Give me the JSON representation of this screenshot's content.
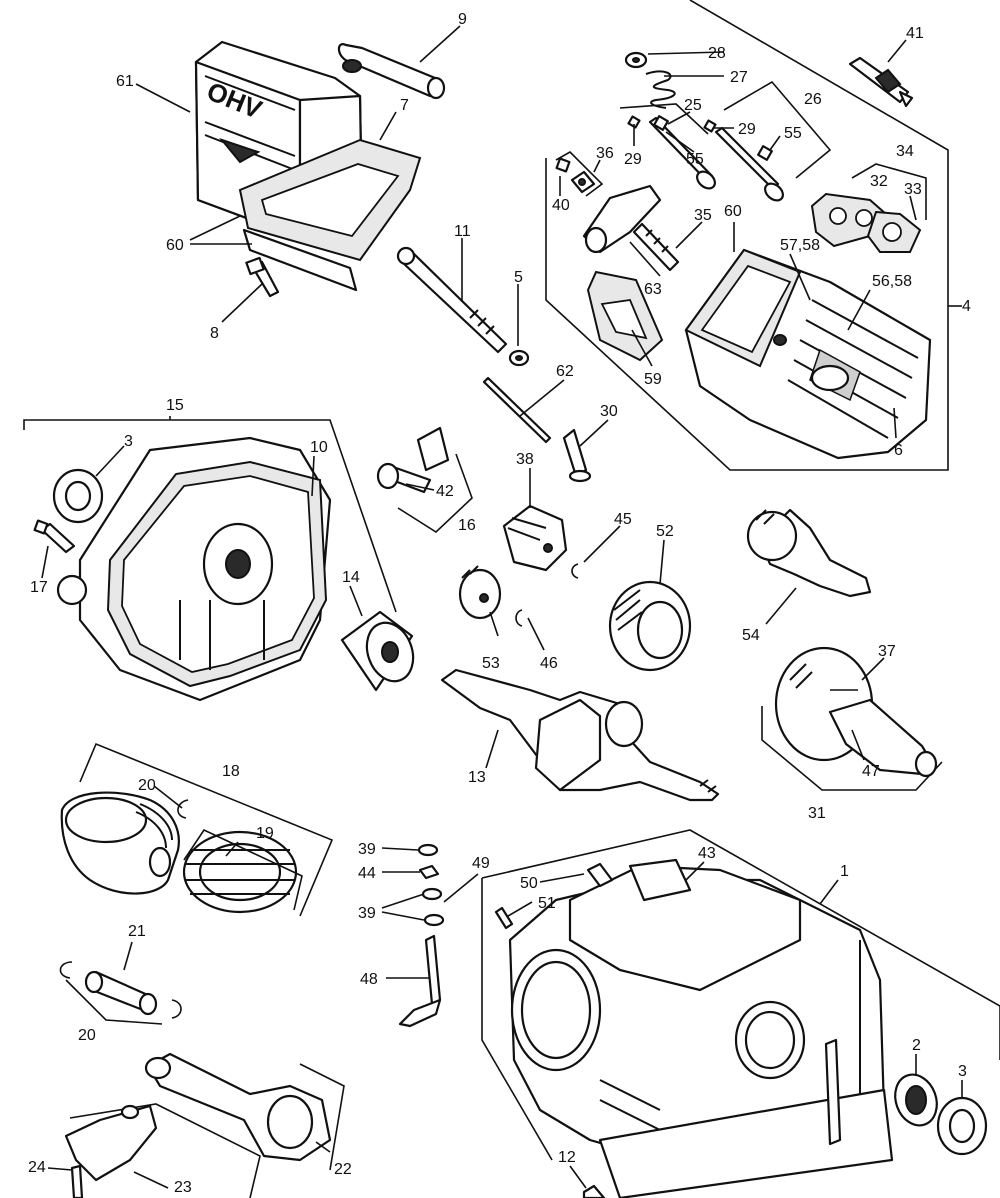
{
  "labels": {
    "l1": "1",
    "l2": "2",
    "l3a": "3",
    "l3b": "3",
    "l4": "4",
    "l5": "5",
    "l6": "6",
    "l7": "7",
    "l8": "8",
    "l9": "9",
    "l10": "10",
    "l11": "11",
    "l12": "12",
    "l13": "13",
    "l14": "14",
    "l15": "15",
    "l16": "16",
    "l17": "17",
    "l18": "18",
    "l19": "19",
    "l20a": "20",
    "l20b": "20",
    "l21": "21",
    "l22": "22",
    "l23": "23",
    "l24": "24",
    "l25": "25",
    "l26": "26",
    "l27": "27",
    "l28": "28",
    "l29a": "29",
    "l29b": "29",
    "l30": "30",
    "l31": "31",
    "l32": "32",
    "l33": "33",
    "l34": "34",
    "l35": "35",
    "l36": "36",
    "l37": "37",
    "l38": "38",
    "l39a": "39",
    "l39b": "39",
    "l40": "40",
    "l41": "41",
    "l42": "42",
    "l43": "43",
    "l44": "44",
    "l45": "45",
    "l46": "46",
    "l47": "47",
    "l48": "48",
    "l49": "49",
    "l50": "50",
    "l51": "51",
    "l52": "52",
    "l53": "53",
    "l54": "54",
    "l55a": "55",
    "l55b": "55",
    "l56": "56,58",
    "l57": "57,58",
    "l59": "59",
    "l60a": "60",
    "l60b": "60",
    "l61": "61",
    "l62": "62",
    "l63": "63"
  },
  "cover_text": "OHV"
}
